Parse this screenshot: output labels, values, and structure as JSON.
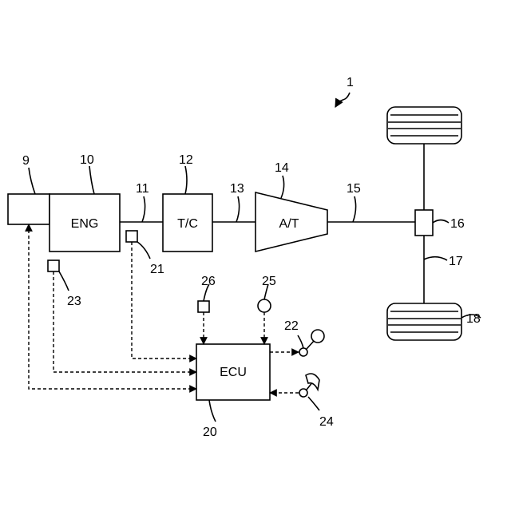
{
  "blocks": {
    "engine": "ENG",
    "torque_converter": "T/C",
    "transmission": "A/T",
    "ecu": "ECU"
  },
  "refs": {
    "system": "1",
    "box9": "9",
    "engine": "10",
    "shaft11": "11",
    "torque_converter": "12",
    "shaft13": "13",
    "transmission": "14",
    "shaft15": "15",
    "differential": "16",
    "axle": "17",
    "wheel": "18",
    "ecu": "20",
    "sensor21": "21",
    "sensor22": "22",
    "sensor23": "23",
    "sensor24": "24",
    "sensor25": "25",
    "sensor26": "26"
  }
}
